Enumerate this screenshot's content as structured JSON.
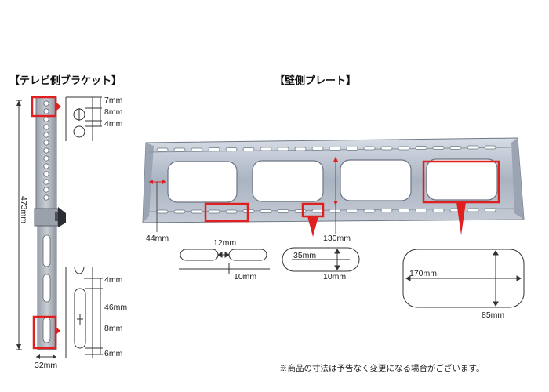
{
  "headings": {
    "tv_bracket": "【テレビ側ブラケット】",
    "wall_plate": "【壁側プレート】"
  },
  "bracket_dims": {
    "height": "473mm",
    "width": "32mm",
    "top_gap": "7mm",
    "top_hole": "8mm",
    "top_pitch": "4mm",
    "slot_top": "4mm",
    "slot_length": "46mm",
    "slot_width": "8mm",
    "slot_bottom": "6mm"
  },
  "plate_dims": {
    "edge": "44mm",
    "height": "130mm",
    "small_slot_length": "12mm",
    "small_slot_gap": "10mm",
    "slot_length": "35mm",
    "slot_height": "10mm",
    "window_width": "170mm",
    "window_height": "85mm"
  },
  "note": "※商品の寸法は予告なく変更になる場合がございます。",
  "colors": {
    "highlight": "#e02020",
    "metal": "#b9c2d0",
    "metal_dark": "#7d8796"
  }
}
